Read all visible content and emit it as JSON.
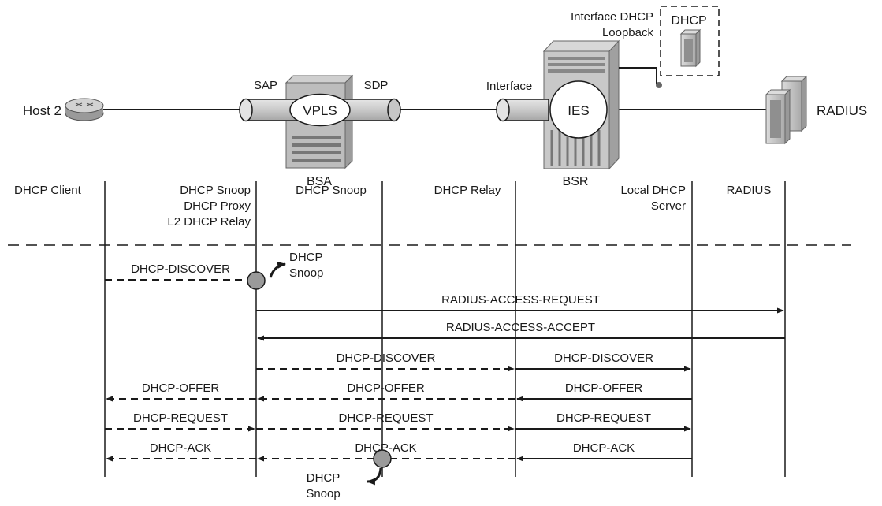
{
  "components": {
    "host": "Host 2",
    "bsa": "BSA",
    "bsr": "BSR",
    "radius": "RADIUS",
    "vpls": "VPLS",
    "ies": "IES",
    "sap": "SAP",
    "sdp": "SDP",
    "interface": "Interface",
    "interface_dhcp": "Interface DHCP",
    "loopback": "Loopback",
    "dhcp_box": "DHCP"
  },
  "roles": [
    [
      "DHCP Client"
    ],
    [
      "DHCP Snoop",
      "DHCP Proxy",
      "L2 DHCP Relay"
    ],
    [
      "DHCP Snoop"
    ],
    [
      "DHCP Relay"
    ],
    [
      "Local DHCP",
      "Server"
    ],
    [
      "RADIUS"
    ]
  ],
  "snoop_note": [
    "DHCP",
    "Snoop"
  ],
  "messages": [
    {
      "label": "DHCP-DISCOVER",
      "from": 0,
      "to": 1,
      "style": "dashed"
    },
    {
      "label": "RADIUS-ACCESS-REQUEST",
      "from": 1,
      "to": 5,
      "style": "solid"
    },
    {
      "label": "RADIUS-ACCESS-ACCEPT",
      "from": 5,
      "to": 1,
      "style": "solid"
    },
    {
      "label": "DHCP-DISCOVER",
      "from": 1,
      "to": 3,
      "style": "dashed"
    },
    {
      "label": "DHCP-DISCOVER",
      "from": 3,
      "to": 4,
      "style": "solid"
    },
    {
      "label": "DHCP-OFFER",
      "from": 1,
      "to": 0,
      "style": "dashed"
    },
    {
      "label": "DHCP-OFFER",
      "from": 3,
      "to": 1,
      "style": "dashed"
    },
    {
      "label": "DHCP-OFFER",
      "from": 4,
      "to": 3,
      "style": "solid"
    },
    {
      "label": "DHCP-REQUEST",
      "from": 0,
      "to": 1,
      "style": "dashed"
    },
    {
      "label": "DHCP-REQUEST",
      "from": 1,
      "to": 3,
      "style": "dashed"
    },
    {
      "label": "DHCP-REQUEST",
      "from": 3,
      "to": 4,
      "style": "solid"
    },
    {
      "label": "DHCP-ACK",
      "from": 1,
      "to": 0,
      "style": "dashed"
    },
    {
      "label": "DHCP-ACK",
      "from": 3,
      "to": 1,
      "style": "dashed"
    },
    {
      "label": "DHCP-ACK",
      "from": 4,
      "to": 3,
      "style": "solid"
    }
  ]
}
